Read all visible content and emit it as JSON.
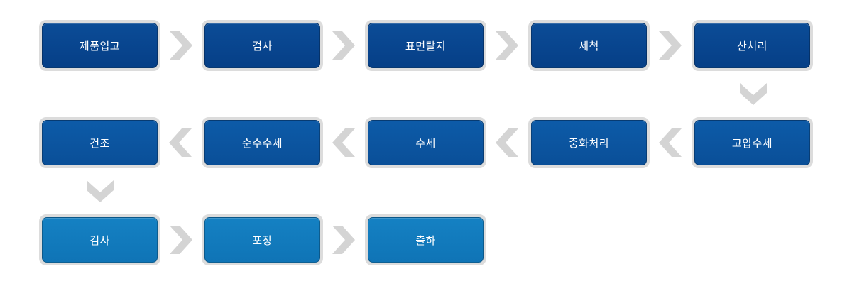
{
  "colors": {
    "row1": "#0a4891",
    "row2": "#0c56a2",
    "row3": "#127abd",
    "frame": "#dcdcdc",
    "arrow": "#d4d4d4"
  },
  "rows": [
    {
      "steps": [
        "제품입고",
        "검사",
        "표면탈지",
        "세척",
        "산처리"
      ],
      "direction": "right"
    },
    {
      "steps": [
        "건조",
        "순수수세",
        "수세",
        "중화처리",
        "고압수세"
      ],
      "direction": "left"
    },
    {
      "steps": [
        "검사",
        "포장",
        "출하"
      ],
      "direction": "right"
    }
  ],
  "connectors": [
    {
      "icon": "chevron-down-icon",
      "from": "산처리",
      "to": "고압수세"
    },
    {
      "icon": "chevron-down-icon",
      "from": "건조",
      "to": "검사"
    }
  ]
}
